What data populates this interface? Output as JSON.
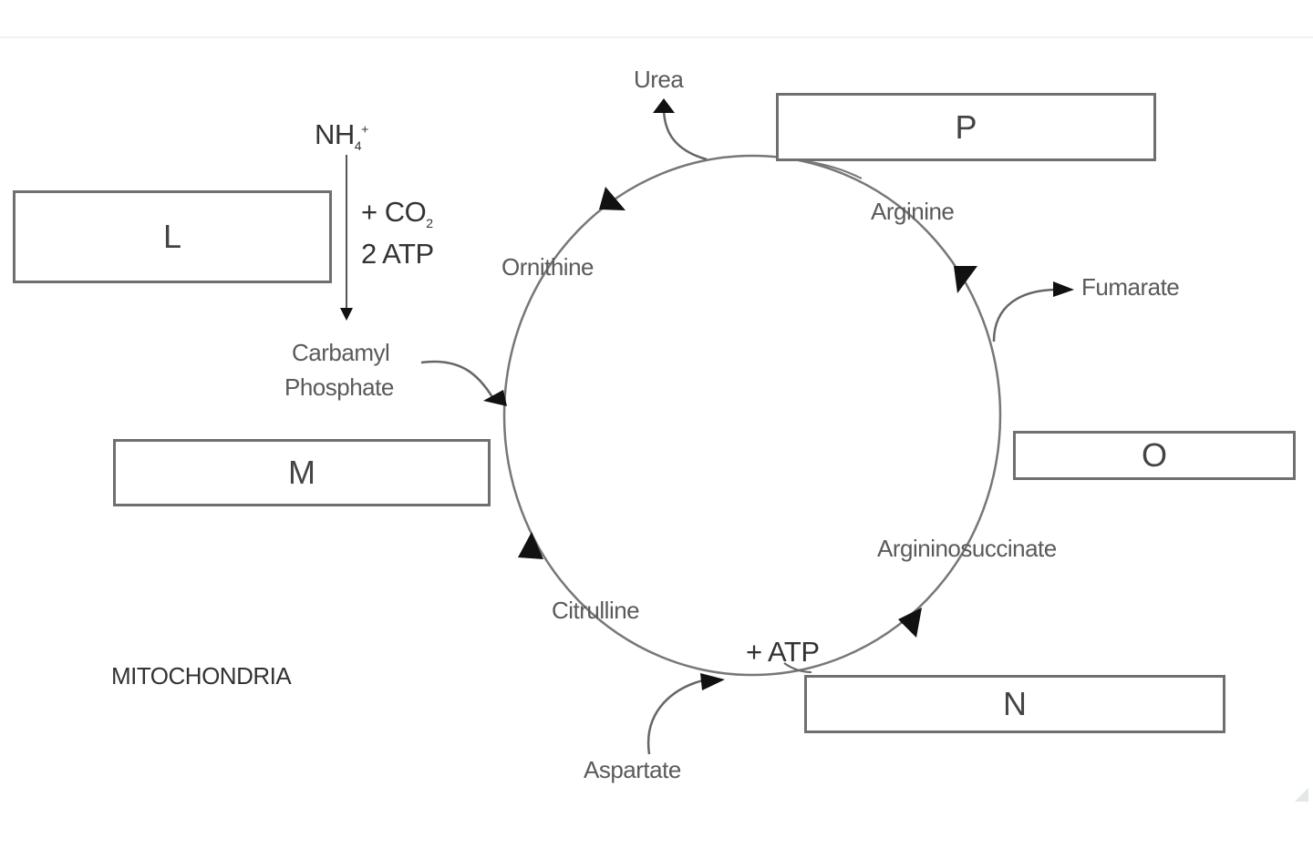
{
  "boxes": {
    "L": "L",
    "M": "M",
    "N": "N",
    "O": "O",
    "P": "P"
  },
  "labels": {
    "urea": "Urea",
    "ammonium_base": "NH",
    "ammonium_sub": "4",
    "ammonium_sup": "+",
    "co2_prefix": "+ CO",
    "co2_sub": "2",
    "atp_two": "2 ATP",
    "ornithine": "Ornithine",
    "arginine": "Arginine",
    "fumarate": "Fumarate",
    "carbamyl": "Carbamyl",
    "phosphate": "Phosphate",
    "argininosuccinate": "Argininosuccinate",
    "citrulline": "Citrulline",
    "plus_atp": "+ ATP",
    "aspartate": "Aspartate",
    "mitochondria": "MITOCHONDRIA"
  },
  "colors": {
    "line": "#5f5f5f",
    "box_border": "#6f6f6f",
    "text": "#5a5a5a"
  }
}
